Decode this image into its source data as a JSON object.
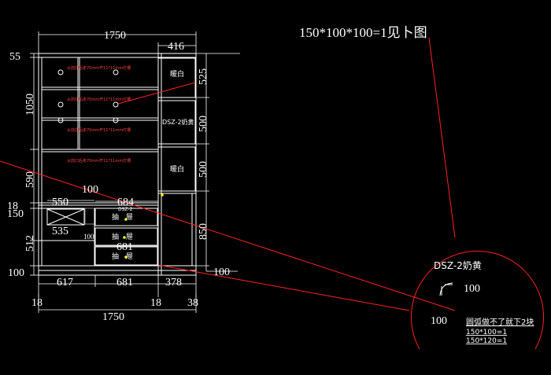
{
  "title": "150*100*100=1见卜图",
  "colors": {
    "background": "#000000",
    "lines": "#ffffff",
    "red": "#ff2020",
    "knob": "#ffff00"
  },
  "dims": {
    "top_width": "1750",
    "top_right": "416",
    "top_left": "55",
    "left_1050": "1050",
    "left_590": "590",
    "left_150": "150",
    "left_18": "18",
    "left_512": "512",
    "left_100": "100",
    "right_525": "525",
    "right_500a": "500",
    "right_500b": "500",
    "right_850": "850",
    "right_100": "100",
    "mid_100": "100",
    "mid_550": "550",
    "mid_684": "684",
    "mid_535": "535",
    "mid_100_small": "100",
    "mid_681a": "681",
    "bot_617": "617",
    "bot_681": "681",
    "bot_378": "378",
    "bot_18a": "18",
    "bot_18b": "18",
    "bot_38": "38",
    "bottom_width": "1750"
  },
  "labels": {
    "nuanbai_1": "暖白",
    "dsz_yellow": "DSZ-2奶黄",
    "nuanbai_2": "暖白",
    "drawer_tag": "DSZ-2",
    "drawer_1": "抽　屉",
    "drawer_2": "抽　屉",
    "drawer_3": "抽　屉"
  },
  "notes": [
    "从前往后走70mm开11*11mm灯槽",
    "从前往后走70mm开11*11mm灯槽",
    "从前往后走70mm开11*11mm灯槽",
    "从前口后走70mm开11*11mm灯槽"
  ],
  "zoom": {
    "title": "DSZ-2奶黄",
    "dim_100_right": "100",
    "dim_100_left": "100",
    "note": "圆弧做不了就下2块",
    "line1": "150*100=1",
    "line2": "150*120=1"
  }
}
